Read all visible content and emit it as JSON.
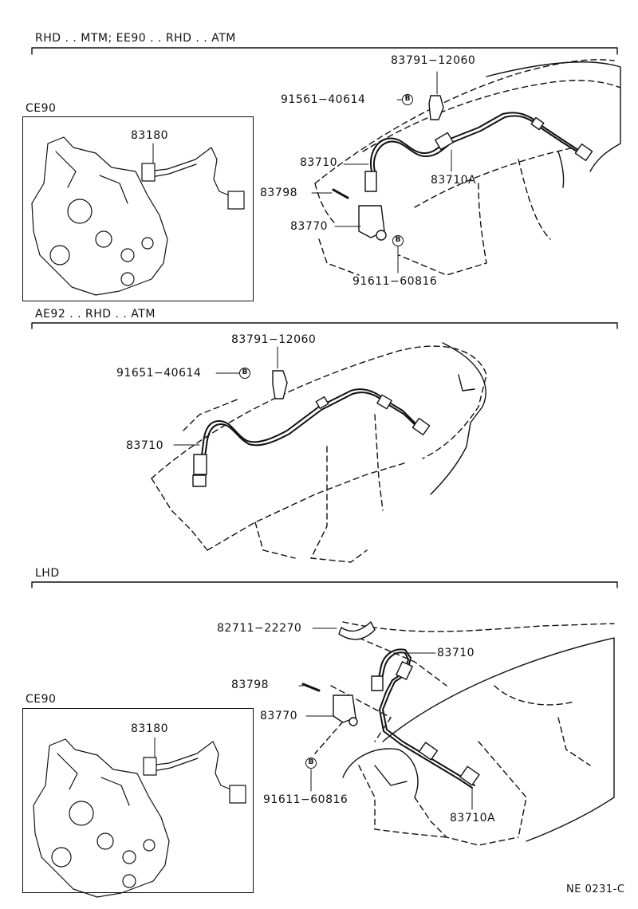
{
  "sections": {
    "s1_title": "RHD . . MTM; EE90 . . RHD . . ATM",
    "s2_title": "AE92 . . RHD . . ATM",
    "s3_title": "LHD"
  },
  "insets": {
    "top_title": "CE90",
    "bottom_title": "CE90"
  },
  "parts": {
    "s1_83791": "83791−12060",
    "s1_91561": "91561−40614",
    "s1_83710": "83710",
    "s1_83710A": "83710A",
    "s1_83798": "83798",
    "s1_83770": "83770",
    "s1_91611": "91611−60816",
    "s1_83180": "83180",
    "s2_83791": "83791−12060",
    "s2_91651": "91651−40614",
    "s2_83710": "83710",
    "s3_82711": "82711−22270",
    "s3_83710": "83710",
    "s3_83798": "83798",
    "s3_83770": "83770",
    "s3_91611": "91611−60816",
    "s3_83710A": "83710A",
    "s3_83180": "83180"
  },
  "markers": {
    "b": "B"
  },
  "footer": {
    "code": "NE 0231-C"
  }
}
